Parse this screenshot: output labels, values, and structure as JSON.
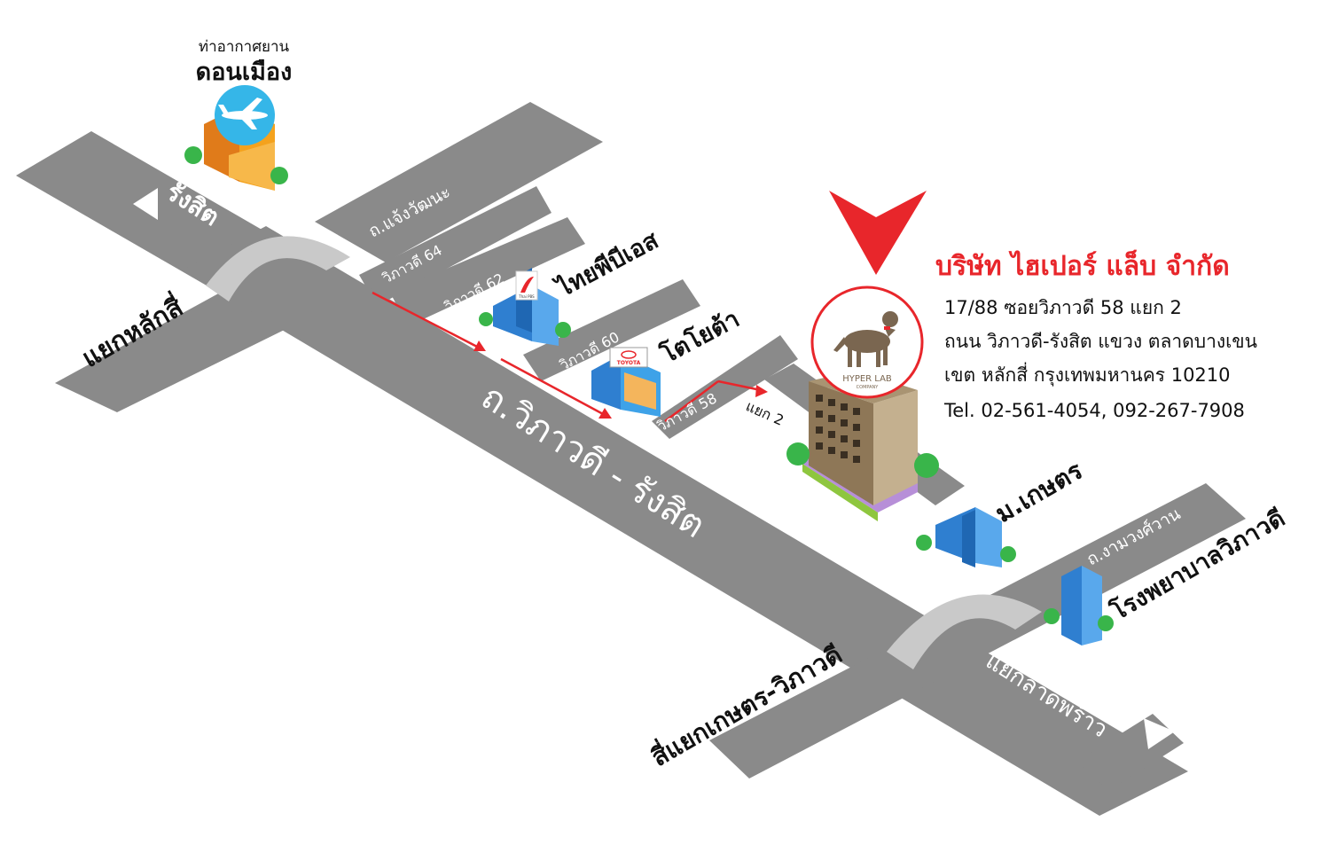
{
  "colors": {
    "road": "#8a8a8a",
    "road_shadow": "#e5e5e5",
    "road_edge": "#ffffff",
    "bridge": "#c9c9c9",
    "route_arrow": "#e8262b",
    "accent_red": "#e8262b",
    "text": "#111111",
    "building_brown": "#a08a6e",
    "building_blue": "#3b8fd9",
    "airport_orange": "#f4a21d",
    "tree_green": "#39b54a"
  },
  "places": {
    "airport_line1": "ท่าอากาศยาน",
    "airport_line2": "ดอนเมือง",
    "rangsit_arrow": "รังสิต",
    "laksi_junction": "แยกหลักสี่",
    "chaengwattana_road": "ถ.แจ้งวัฒนะ",
    "vibhavadi_64": "วิภาวดี 64",
    "vibhavadi_62": "วิภาวดี 62",
    "thaipbs": "ไทยพีบีเอส",
    "thaipbs_logo_text": "Thai PBS",
    "vibhavadi_60": "วิภาวดี 60",
    "toyota": "โตโยต้า",
    "toyota_sign_text": "TOYOTA",
    "vibhavadi_58": "วิภาวดี 58",
    "yaek_2": "แยก 2",
    "main_road": "ถ.วิภาวดี - รังสิต",
    "kasetsart_university": "ม.เกษตร",
    "ngamwongwan_road": "ถ.งามวงศ์วาน",
    "vibhavadi_hospital": "โรงพยาบาลวิภาวดี",
    "kaset_vibhavadi_intersection": "สี่แยกเกษตร-วิภาวดี",
    "ladprao_junction": "แยกลาดพร้าว"
  },
  "company": {
    "name": "บริษัท ไฮเปอร์ แล็บ จำกัด",
    "address_line1": "17/88 ซอยวิภาวดี 58 แยก 2",
    "address_line2": "ถนน วิภาวดี-รังสิต แขวง ตลาดบางเขน",
    "address_line3": "เขต หลักสี่ กรุงเทพมหานคร 10210",
    "phone": "Tel. 02-561-4054, 092-267-7908",
    "logo_text": "HYPER LAB",
    "logo_subtext": "COMPANY"
  }
}
